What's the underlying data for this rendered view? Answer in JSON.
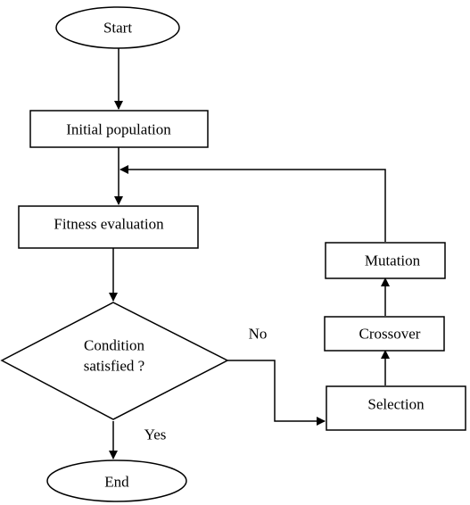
{
  "flowchart": {
    "nodes": {
      "start": "Start",
      "initial_population": "Initial population",
      "fitness_evaluation": "Fitness evaluation",
      "condition_line1": "Condition",
      "condition_line2": "satisfied ?",
      "end": "End",
      "selection": "Selection",
      "crossover": "Crossover",
      "mutation": "Mutation"
    },
    "edge_labels": {
      "no": "No",
      "yes": "Yes"
    },
    "colors": {
      "stroke": "#000000",
      "fill": "#ffffff",
      "text": "#000000"
    }
  }
}
